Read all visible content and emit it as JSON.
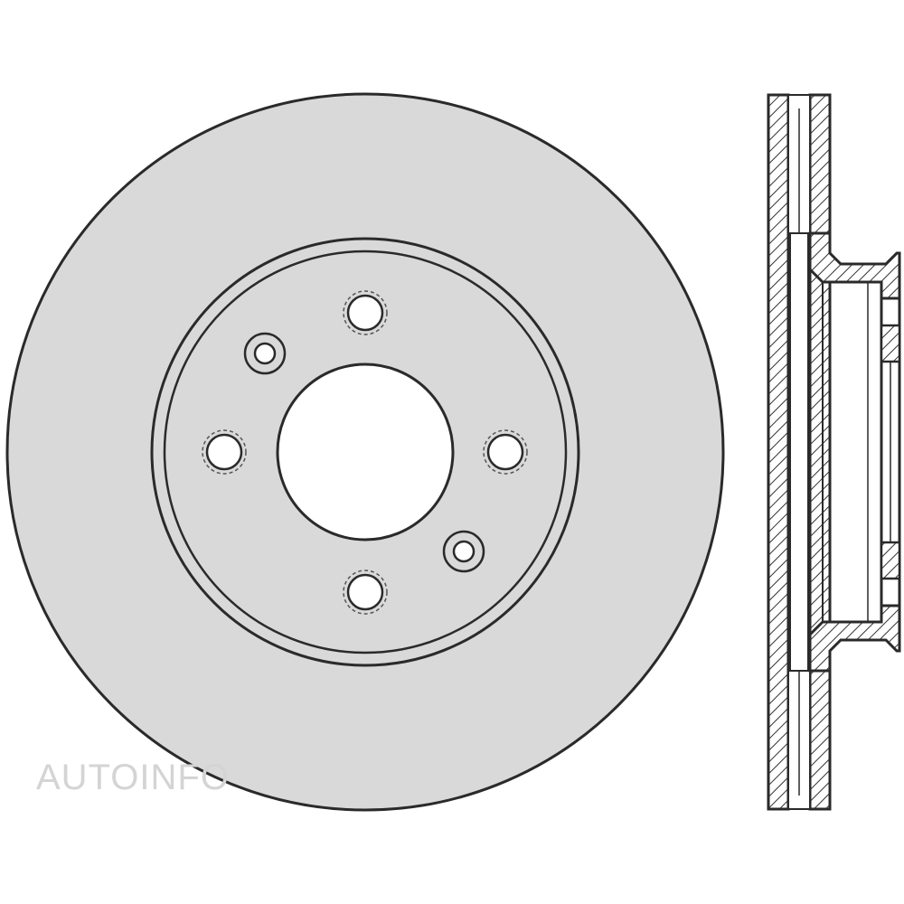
{
  "watermark": {
    "text": "AUTOINFO"
  },
  "colors": {
    "disc_fill": "#d9d9d9",
    "outline": "#2a2a2a",
    "hatch": "#333333",
    "background": "#ffffff",
    "watermark": "#cfcfcf"
  },
  "front_view": {
    "label": "disc-front-view",
    "hub_bolt_holes": 4,
    "locating_holes": 2
  },
  "side_view": {
    "label": "disc-cross-section",
    "style": "vented"
  }
}
